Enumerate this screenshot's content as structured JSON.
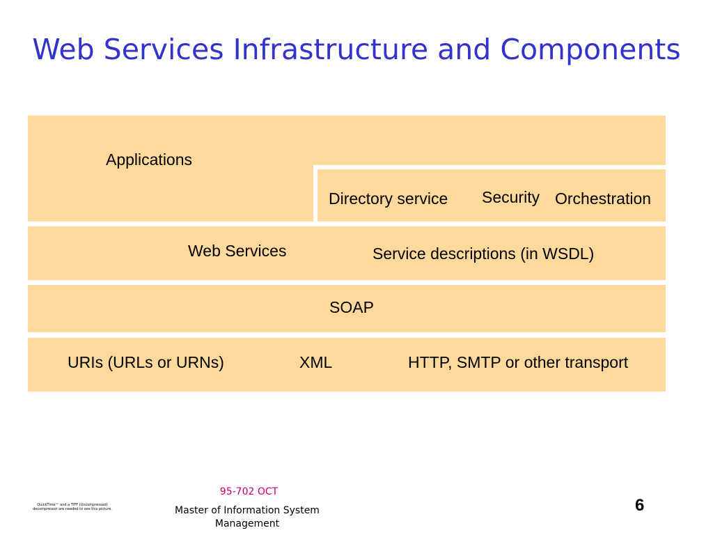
{
  "slide": {
    "title": "Web Services Infrastructure and Components"
  },
  "stack": {
    "applications": "Applications",
    "directory_service": "Directory service",
    "security": "Security",
    "orchestration": "Orchestration",
    "web_services": "Web Services",
    "service_descriptions": "Service descriptions (in WSDL)",
    "soap": "SOAP",
    "uris": "URIs (URLs or URNs)",
    "xml": "XML",
    "transport": "HTTP, SMTP or other transport"
  },
  "footer": {
    "course_code": "95-702 OCT",
    "program": "Master of Information System Management",
    "page_number": "6",
    "image_placeholder": "QuickTime™ and a TIFF (Uncompressed) decompressor are needed to see this picture."
  },
  "colors": {
    "title": "#3333cc",
    "block_fill": "#fdd99b",
    "course_code": "#cc0066"
  }
}
